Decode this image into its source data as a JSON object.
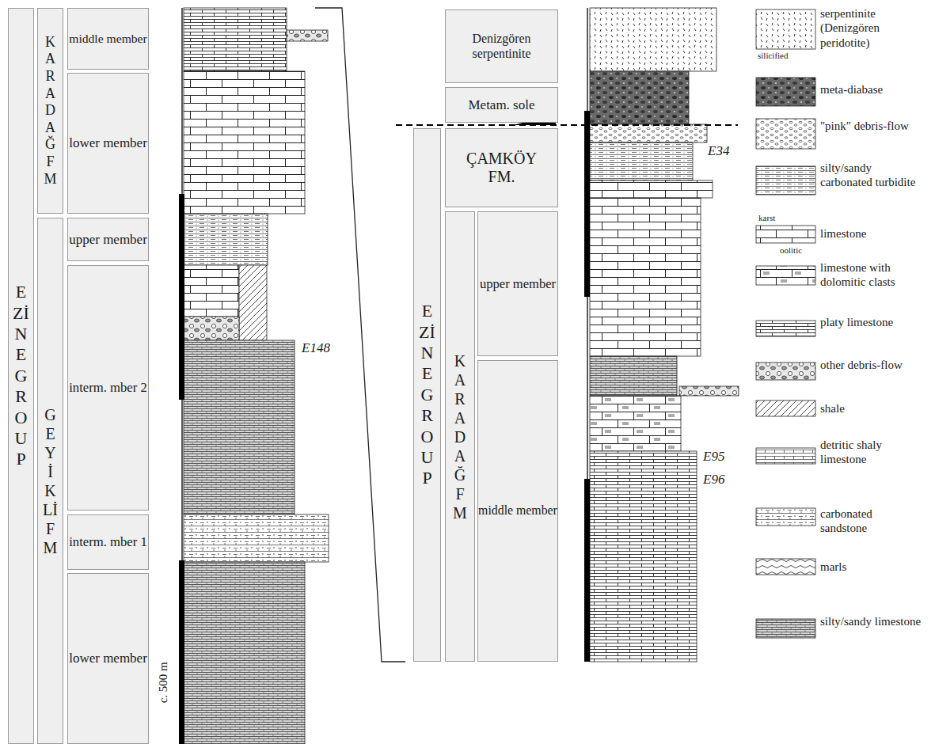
{
  "diagram": {
    "nodes": [
      {
        "text": [
          "EZİNE GROUP"
        ]
      },
      {
        "text": [
          "KARADAĞ FM"
        ]
      },
      {
        "text": [
          "GEYİKLİ FM"
        ]
      },
      {
        "text": [
          "middle member"
        ]
      },
      {
        "text": [
          "lower member"
        ]
      },
      {
        "text": [
          "upper member"
        ]
      },
      {
        "text": [
          "interm. mber 2"
        ]
      },
      {
        "text": [
          "interm. mber 1"
        ]
      },
      {
        "text": [
          "lower member"
        ]
      },
      {
        "text": [
          "Denizgören serpentinite"
        ]
      },
      {
        "text": [
          "Metam. sole"
        ]
      },
      {
        "text": [
          "ÇAMKÖY FM."
        ]
      },
      {
        "text": [
          "EZİNE GROUP"
        ]
      },
      {
        "text": [
          "KARADAĞ FM"
        ]
      },
      {
        "text": [
          "upper member"
        ]
      },
      {
        "text": [
          "middle member"
        ]
      }
    ],
    "labels": [
      "E148",
      "c. 500 m",
      "E34",
      "E95",
      "E96",
      "silicified",
      "karst",
      "oolitic"
    ],
    "legend": [
      {
        "text": "serpentinite (Denizgören peridotite)"
      },
      {
        "text": "meta-diabase"
      },
      {
        "text": "\"pink\" debris-flow"
      },
      {
        "text": "silty/sandy carbonated turbidite"
      },
      {
        "text": "limestone"
      },
      {
        "text": "limestone with dolomitic clasts"
      },
      {
        "text": "platy limestone"
      },
      {
        "text": "other debris-flow"
      },
      {
        "text": "shale"
      },
      {
        "text": "detritic shaly limestone"
      },
      {
        "text": "carbonated sandstone"
      },
      {
        "text": "marls"
      },
      {
        "text": "silty/sandy limestone"
      }
    ]
  }
}
